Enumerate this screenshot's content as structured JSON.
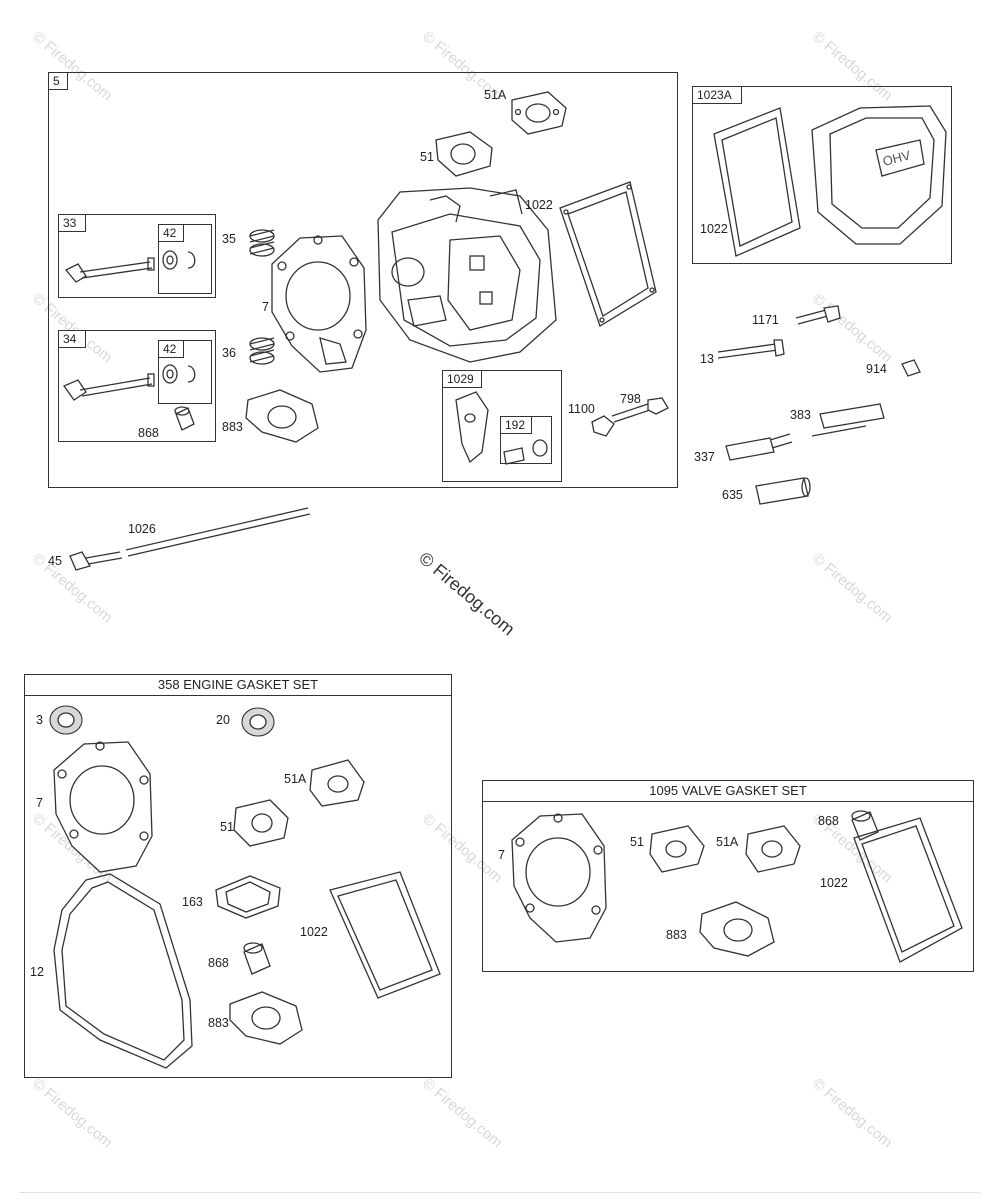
{
  "watermark": "© Firedog.com",
  "assemblies": {
    "main": {
      "tag": "5"
    },
    "valve_intake": {
      "tag": "33",
      "retainer_tag": "42"
    },
    "valve_exhaust": {
      "tag": "34",
      "retainer_tag": "42"
    },
    "rocker": {
      "tag": "1029",
      "ball_tag": "192"
    },
    "cover": {
      "tag": "1023A"
    }
  },
  "gasket_sets": {
    "engine": {
      "title": "358 ENGINE GASKET SET"
    },
    "valve": {
      "title": "1095 VALVE GASKET SET"
    }
  },
  "callouts": {
    "main": {
      "p51a": "51A",
      "p51": "51",
      "p1022": "1022",
      "p35": "35",
      "p7": "7",
      "p36": "36",
      "p883": "883",
      "p868": "868",
      "p1100": "1100",
      "p798": "798"
    },
    "cover": {
      "p1022": "1022"
    },
    "loose": {
      "p1171": "1171",
      "p13": "13",
      "p914": "914",
      "p383": "383",
      "p337": "337",
      "p635": "635",
      "p1026": "1026",
      "p45": "45"
    },
    "engine_set": {
      "p3": "3",
      "p20": "20",
      "p7": "7",
      "p51a": "51A",
      "p51": "51",
      "p163": "163",
      "p12": "12",
      "p1022": "1022",
      "p868": "868",
      "p883": "883"
    },
    "valve_set": {
      "p7": "7",
      "p51": "51",
      "p51a": "51A",
      "p868": "868",
      "p1022": "1022",
      "p883": "883"
    }
  }
}
